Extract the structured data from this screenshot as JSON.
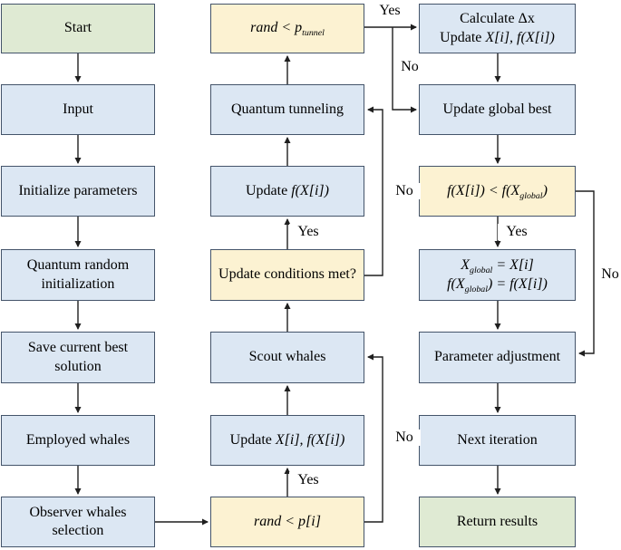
{
  "colors": {
    "green": "#dfead3",
    "blue": "#dce7f3",
    "yellow": "#fcf2d2",
    "border": "#44546a",
    "arrow": "#1f1f1f"
  },
  "boxes": {
    "start": {
      "lines": [
        [
          {
            "text": "Start"
          }
        ]
      ]
    },
    "input": {
      "lines": [
        [
          {
            "text": "Input"
          }
        ]
      ]
    },
    "initialize_parameters": {
      "lines": [
        [
          {
            "text": "Initialize parameters"
          }
        ]
      ]
    },
    "quantum_random_initialization": {
      "lines": [
        [
          {
            "text": "Quantum random"
          }
        ],
        [
          {
            "text": "initialization"
          }
        ]
      ]
    },
    "save_current_best_solution": {
      "lines": [
        [
          {
            "text": "Save current best"
          }
        ],
        [
          {
            "text": "solution"
          }
        ]
      ]
    },
    "employed_whales": {
      "lines": [
        [
          {
            "text": "Employed whales"
          }
        ]
      ]
    },
    "observer_whales_selection": {
      "lines": [
        [
          {
            "text": "Observer whales"
          }
        ],
        [
          {
            "text": "selection"
          }
        ]
      ]
    },
    "rand_p_tunnel": {
      "lines": [
        [
          {
            "text": "rand < p",
            "italic": true
          },
          {
            "text": "tunnel",
            "italic": true,
            "sub": true
          }
        ]
      ]
    },
    "quantum_tunneling": {
      "lines": [
        [
          {
            "text": "Quantum tunneling"
          }
        ]
      ]
    },
    "update_fxi": {
      "lines": [
        [
          {
            "text": "Update "
          },
          {
            "text": "f(X[i])",
            "italic": true
          }
        ]
      ]
    },
    "update_conditions_met": {
      "lines": [
        [
          {
            "text": "Update conditions met?"
          }
        ]
      ]
    },
    "scout_whales": {
      "lines": [
        [
          {
            "text": "Scout whales"
          }
        ]
      ]
    },
    "update_xi_fxi": {
      "lines": [
        [
          {
            "text": "Update "
          },
          {
            "text": "X[i], f(X[i])",
            "italic": true
          }
        ]
      ]
    },
    "rand_pi": {
      "lines": [
        [
          {
            "text": "rand < p[i]",
            "italic": true
          }
        ]
      ]
    },
    "calculate_dx": {
      "lines": [
        [
          {
            "text": "Calculate Δx"
          }
        ],
        [
          {
            "text": "Update "
          },
          {
            "text": "X[i], f(X[i])",
            "italic": true
          }
        ]
      ]
    },
    "update_global_best": {
      "lines": [
        [
          {
            "text": "Update global best"
          }
        ]
      ]
    },
    "f_compare": {
      "lines": [
        [
          {
            "text": "f(X[i]) < f(X",
            "italic": true
          },
          {
            "text": "global",
            "italic": true,
            "sub": true
          },
          {
            "text": ")",
            "italic": true
          }
        ]
      ]
    },
    "assign_global": {
      "lines": [
        [
          {
            "text": "X",
            "italic": true
          },
          {
            "text": "global",
            "italic": true,
            "sub": true
          },
          {
            "text": " = X[i]",
            "italic": true
          }
        ],
        [
          {
            "text": "f(X",
            "italic": true
          },
          {
            "text": "global",
            "italic": true,
            "sub": true
          },
          {
            "text": ") = f(X[i])",
            "italic": true
          }
        ]
      ]
    },
    "parameter_adjustment": {
      "lines": [
        [
          {
            "text": "Parameter adjustment"
          }
        ]
      ]
    },
    "next_iteration": {
      "lines": [
        [
          {
            "text": "Next iteration"
          }
        ]
      ]
    },
    "return_results": {
      "lines": [
        [
          {
            "text": "Return results"
          }
        ]
      ]
    }
  },
  "labels": {
    "tunnel_yes": "Yes",
    "tunnel_no": "No",
    "ucm_no": "No",
    "ucm_yes": "Yes",
    "global_yes": "Yes",
    "global_no": "No",
    "randpi_no": "No",
    "randpi_yes": "Yes"
  }
}
